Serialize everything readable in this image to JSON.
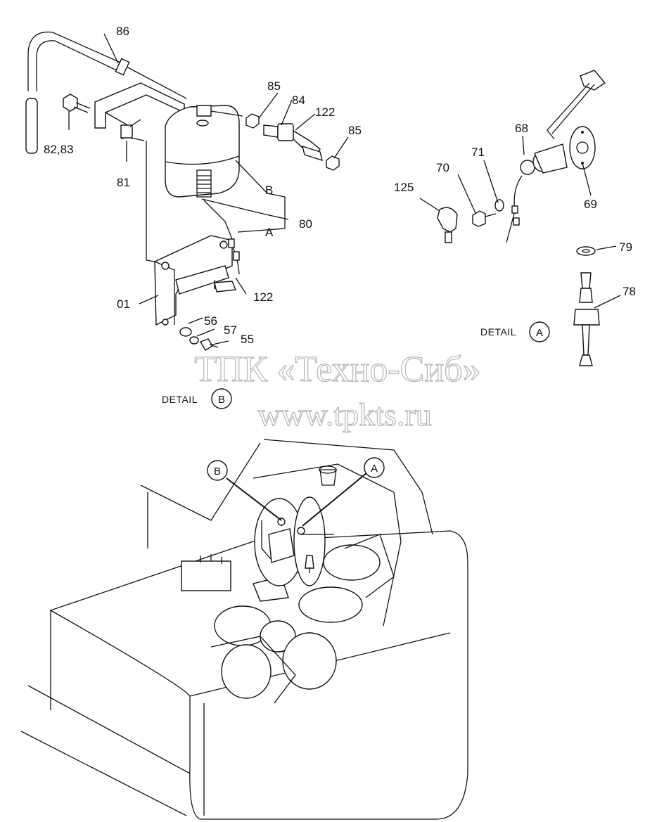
{
  "callouts": {
    "p86": "86",
    "p8283": "82,83",
    "p81": "81",
    "p85a": "85",
    "p84": "84",
    "p122a": "122",
    "p85b": "85",
    "pB": "B",
    "p80": "80",
    "pA": "A",
    "p122b": "122",
    "p01": "01",
    "p56": "56",
    "p57": "57",
    "p55": "55",
    "p68": "68",
    "p71": "71",
    "p70": "70",
    "p125": "125",
    "p69": "69",
    "p79": "79",
    "p78": "78"
  },
  "details": {
    "detail_a_word": "DETAIL",
    "detail_a_letter": "A",
    "detail_b_word": "DETAIL",
    "detail_b_letter": "B",
    "overview_b_letter": "B",
    "overview_a_letter": "A"
  },
  "watermark": {
    "line1": "ТПК «Техно-Сиб»",
    "line2": "www.tpkts.ru"
  }
}
